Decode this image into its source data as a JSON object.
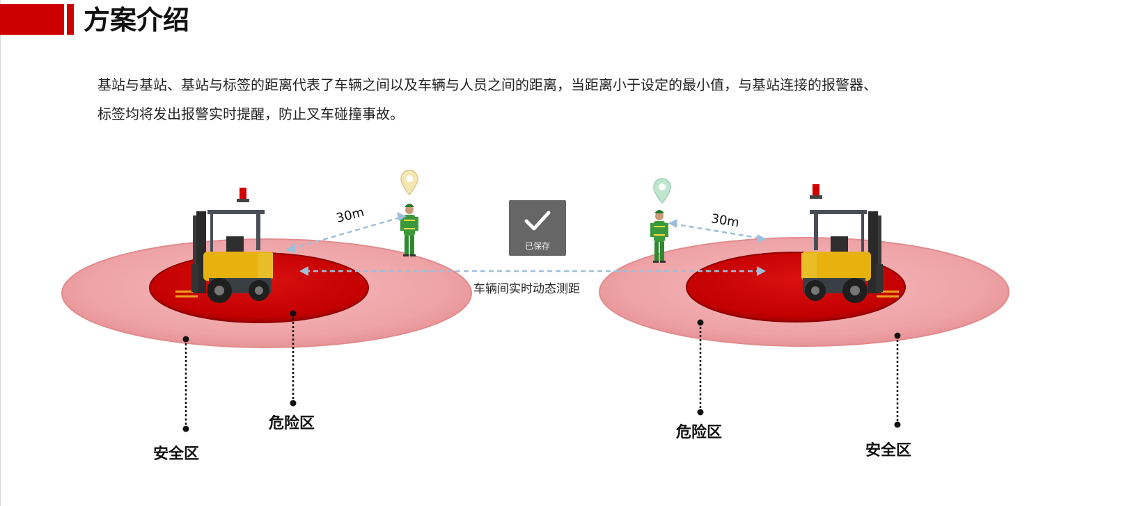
{
  "header": {
    "title": "方案介绍"
  },
  "intro": {
    "line1": "基站与基站、基站与标签的距离代表了车辆之间以及车辆与人员之间的距离，当距离小于设定的最小值，与基站连接的报警器、",
    "line2": "标签均将发出报警实时提醒，防止叉车碰撞事故。"
  },
  "diagram": {
    "mid_label": "车辆间实时动态测距",
    "left": {
      "distance": "30m",
      "danger_label": "危险区",
      "safe_label": "安全区"
    },
    "right": {
      "distance": "30m",
      "danger_label": "危险区",
      "safe_label": "安全区"
    }
  },
  "toast": {
    "text": "已保存"
  },
  "colors": {
    "brand_red": "#cc0000",
    "safe_zone": "#eea3a6",
    "danger_zone": "#c80000",
    "measure_line": "#9dbfdc",
    "forklift_body": "#e8b20e",
    "worker_green": "#3a9a3a"
  },
  "icons": [
    "checkmark-icon",
    "location-pin-icon",
    "forklift-icon",
    "worker-icon",
    "beacon-light-icon"
  ]
}
